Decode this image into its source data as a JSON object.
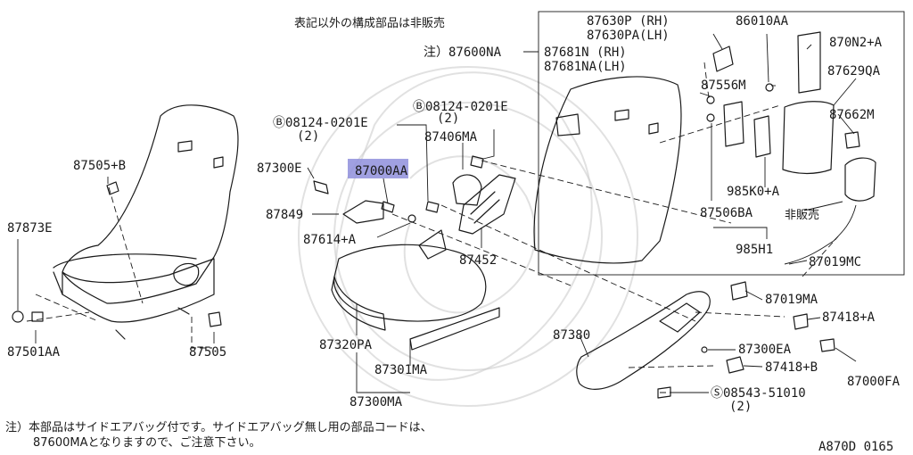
{
  "header_note": "表記以外の構成部品は非販売",
  "labels": {
    "87600NA": "注）87600NA",
    "87630P": "87630P (RH)",
    "87630PA": "87630PA(LH)",
    "87681N": "87681N (RH)",
    "87681NA": "87681NA(LH)",
    "86010AA": "86010AA",
    "870N2A": "870N2+A",
    "87629QA": "87629QA",
    "87556M": "87556M",
    "87662M": "87662M",
    "bolt_right": "Ⓑ08124-0201E",
    "bolt_right_qty": "(2)",
    "87406MA": "87406MA",
    "bolt_left": "Ⓑ08124-0201E",
    "bolt_left_qty": "(2)",
    "87300E": "87300E",
    "87000AA": "87000AA",
    "87849": "87849",
    "87614A": "87614+A",
    "87452": "87452",
    "87505B": "87505+B",
    "87873E": "87873E",
    "87501AA": "87501AA",
    "87505": "87505",
    "87320PA": "87320PA",
    "87301MA": "87301MA",
    "87300MA": "87300MA",
    "87506BA": "87506BA",
    "985K0A": "985K0+A",
    "not_for_sale": "非販売",
    "985H1": "985H1",
    "87019MC": "87019MC",
    "87019MA": "87019MA",
    "87418A": "87418+A",
    "87380": "87380",
    "87300EA": "87300EA",
    "87418B": "87418+B",
    "87000FA": "87000FA",
    "bolt_08543": "Ⓢ08543-51010",
    "bolt_08543_qty": "(2)"
  },
  "footnote": {
    "line1": "注）本部品はサイドエアバッグ付です。サイドエアバッグ無し用の部品コードは、",
    "line2": "87600MAとなりますので、ご注意下さい。"
  },
  "diagram_code": "A870D 0165",
  "colors": {
    "highlight": "#8f8fdc",
    "line": "#1a1a1a",
    "background": "#ffffff"
  }
}
